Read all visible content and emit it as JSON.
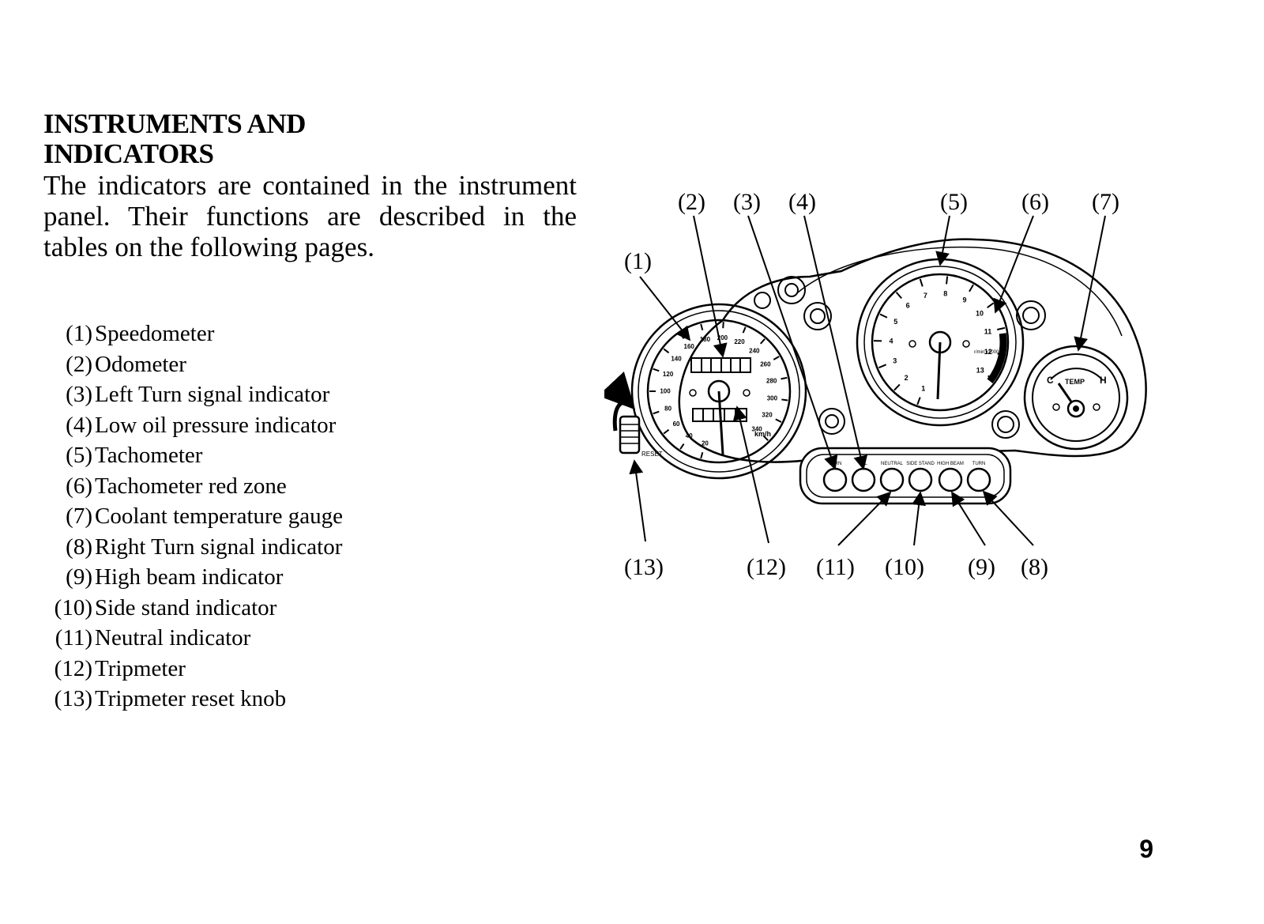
{
  "section": {
    "title_line1": "INSTRUMENTS AND",
    "title_line2": "INDICATORS",
    "intro": "The indicators are contained in the instrument panel. Their functions are described in the tables on the following pages."
  },
  "legend": [
    {
      "num": "(1)",
      "label": "Speedometer"
    },
    {
      "num": "(2)",
      "label": "Odometer"
    },
    {
      "num": "(3)",
      "label": "Left Turn signal indicator"
    },
    {
      "num": "(4)",
      "label": "Low oil pressure indicator"
    },
    {
      "num": "(5)",
      "label": "Tachometer"
    },
    {
      "num": "(6)",
      "label": "Tachometer red zone"
    },
    {
      "num": "(7)",
      "label": "Coolant temperature gauge"
    },
    {
      "num": "(8)",
      "label": "Right Turn signal indicator"
    },
    {
      "num": "(9)",
      "label": "High beam indicator"
    },
    {
      "num": "(10)",
      "label": "Side stand indicator"
    },
    {
      "num": "(11)",
      "label": "Neutral indicator"
    },
    {
      "num": "(12)",
      "label": "Tripmeter"
    },
    {
      "num": "(13)",
      "label": "Tripmeter reset knob"
    }
  ],
  "figure": {
    "callouts": [
      "(1)",
      "(2)",
      "(3)",
      "(4)",
      "(5)",
      "(6)",
      "(7)",
      "(8)",
      "(9)",
      "(10)",
      "(11)",
      "(12)",
      "(13)"
    ],
    "speedometer_unit": "km/h",
    "speedometer_ticks": [
      "20",
      "40",
      "60",
      "80",
      "100",
      "120",
      "140",
      "160",
      "180",
      "200",
      "220",
      "240",
      "260",
      "280",
      "300",
      "320",
      "340"
    ],
    "tachometer_ticks": [
      "1",
      "2",
      "3",
      "4",
      "5",
      "6",
      "7",
      "8",
      "9",
      "10",
      "11",
      "12",
      "13"
    ],
    "tachometer_unit": "r/min x1000",
    "temp_label": "TEMP",
    "temp_cold": "C",
    "temp_hot": "H",
    "reset_label": "RESET",
    "indicator_labels": [
      "TURN",
      "OIL",
      "NEUTRAL",
      "SIDE STAND",
      "HIGH BEAM",
      "TURN"
    ]
  },
  "page_number": "9"
}
